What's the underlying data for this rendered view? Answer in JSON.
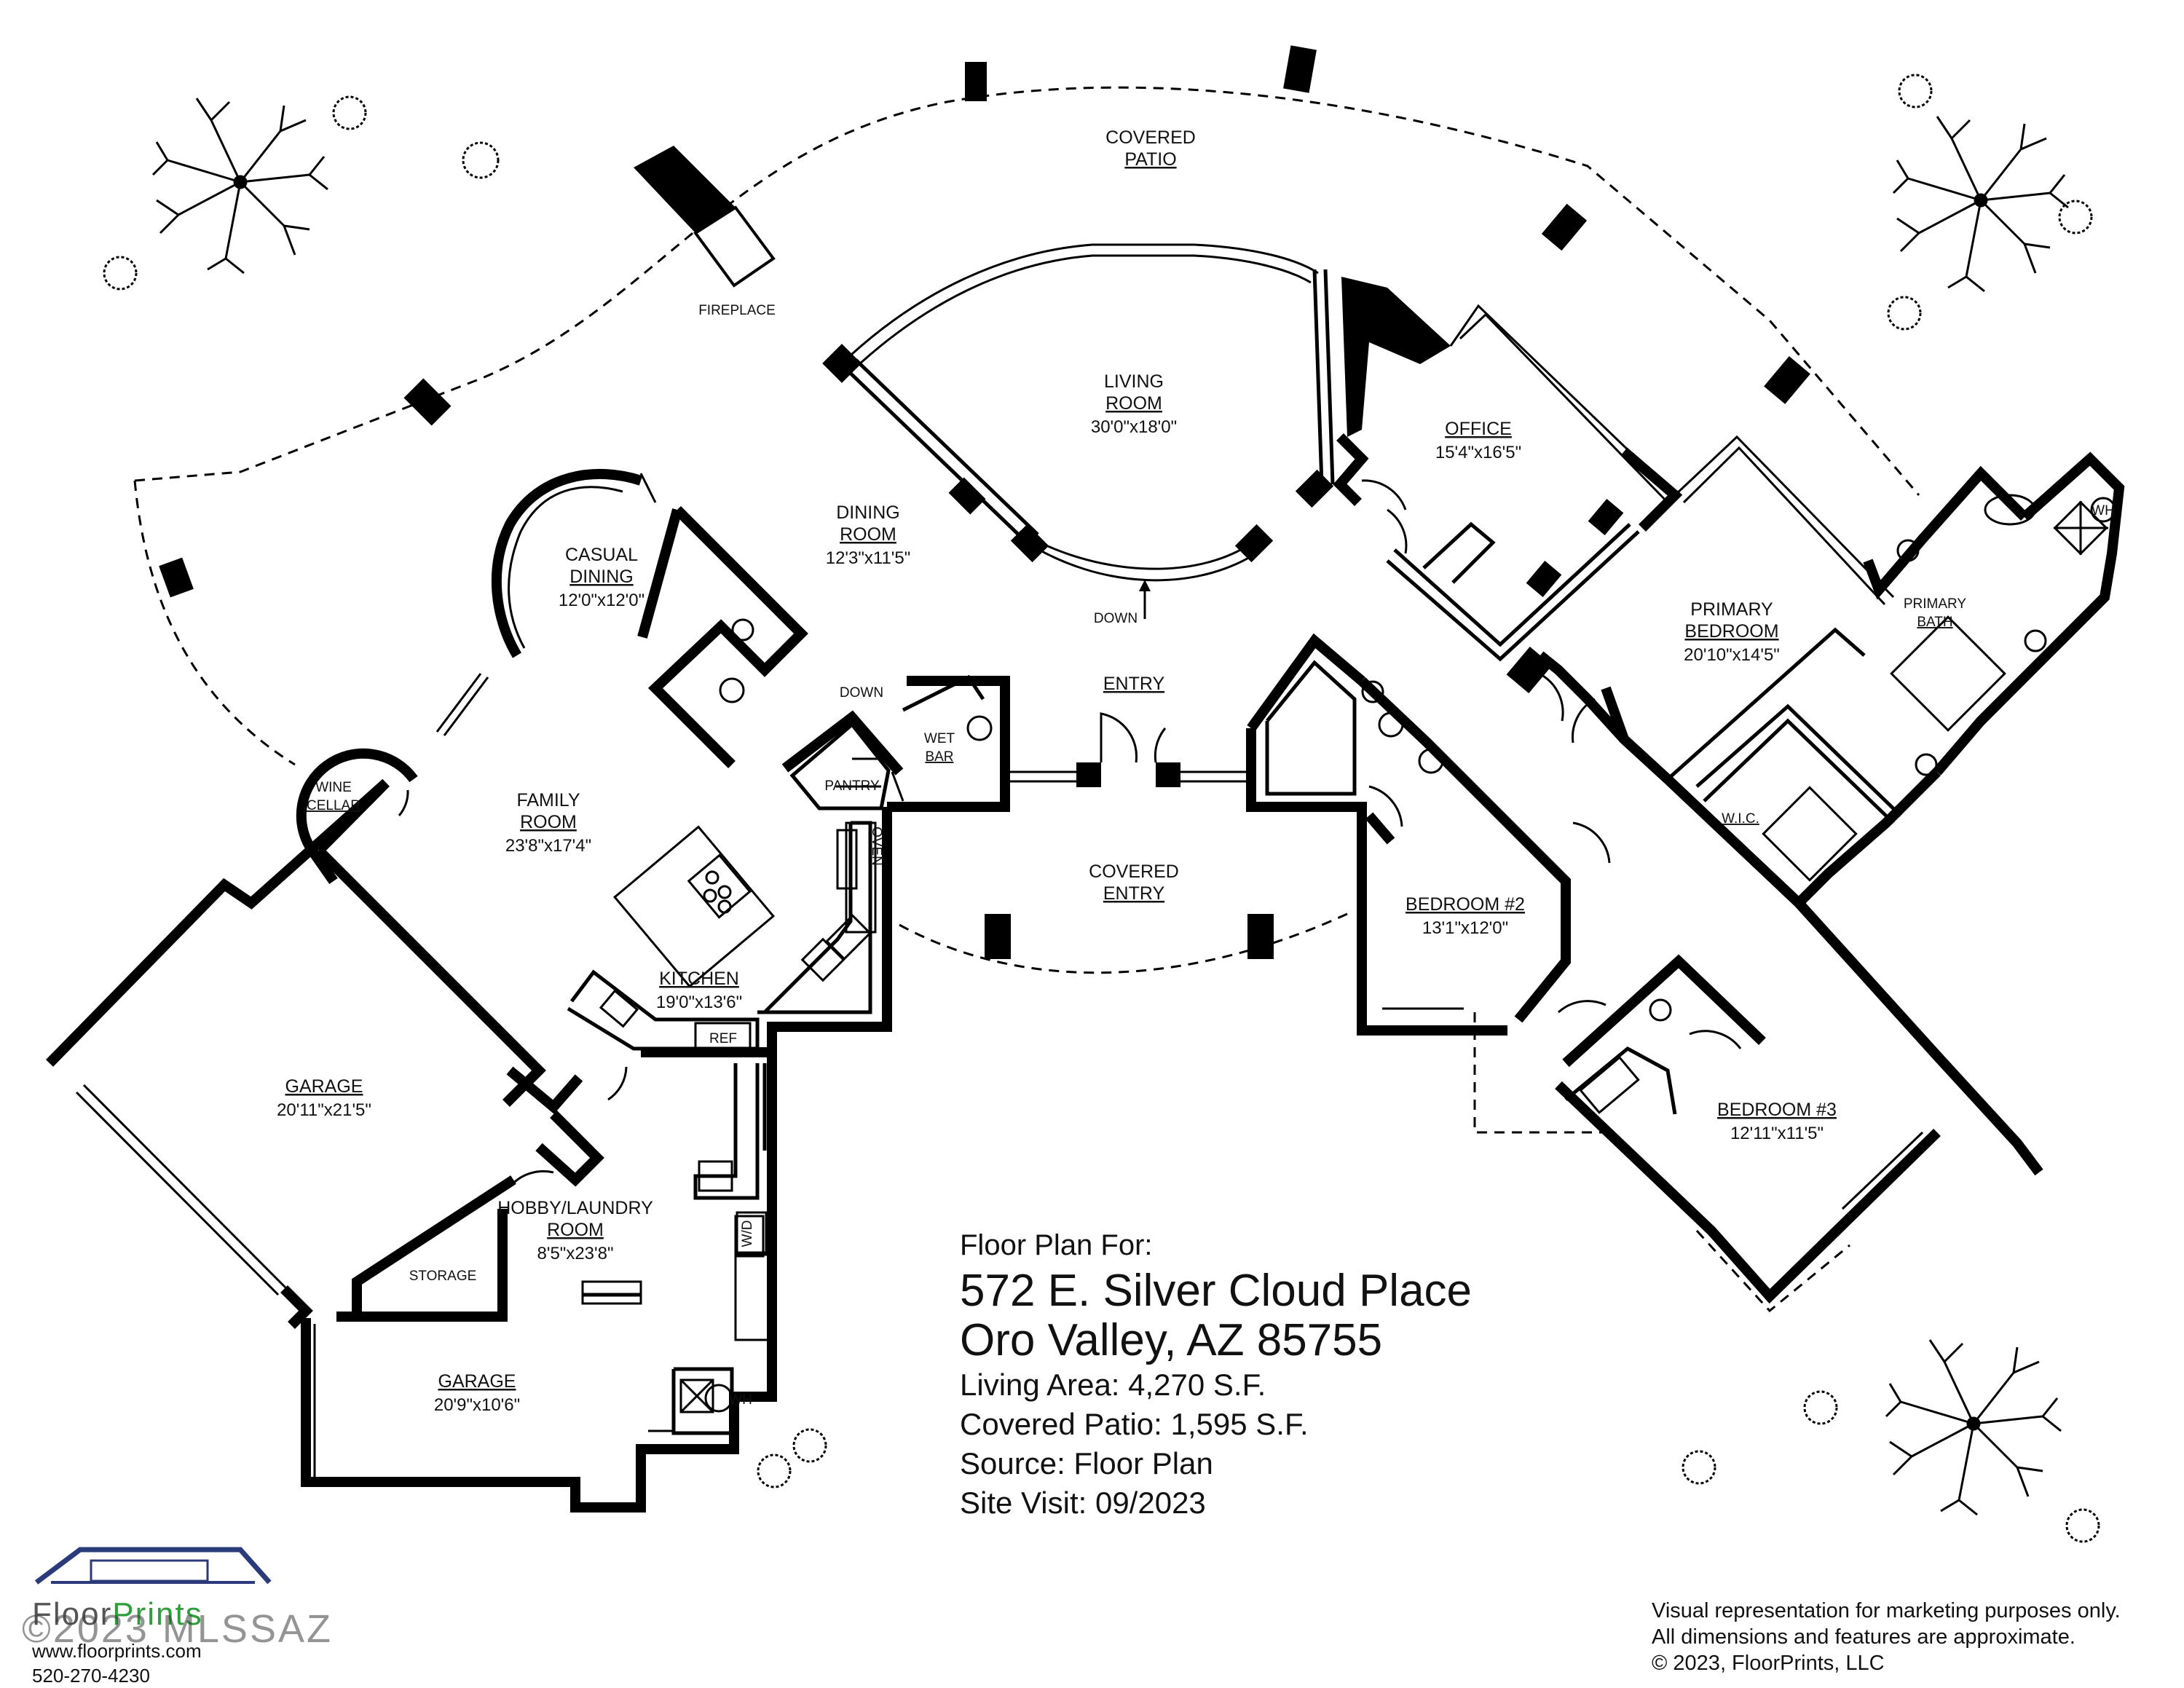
{
  "rooms": {
    "covered_patio": {
      "name1": "COVERED",
      "name2": "PATIO"
    },
    "fireplace": "FIREPLACE",
    "living_room": {
      "name1": "LIVING",
      "name2": "ROOM",
      "dim": "30'0\"x18'0\""
    },
    "office": {
      "name": "OFFICE",
      "dim": "15'4\"x16'5\""
    },
    "dining_room": {
      "name1": "DINING",
      "name2": "ROOM",
      "dim": "12'3\"x11'5\""
    },
    "casual_dining": {
      "name1": "CASUAL",
      "name2": "DINING",
      "dim": "12'0\"x12'0\""
    },
    "primary_bedroom": {
      "name1": "PRIMARY",
      "name2": "BEDROOM",
      "dim": "20'10\"x14'5\""
    },
    "primary_bath": {
      "name1": "PRIMARY",
      "name2": "BATH"
    },
    "wh_bath": "WH",
    "down_living": "DOWN",
    "entry": "ENTRY",
    "down_wetbar": "DOWN",
    "wet_bar": {
      "name1": "WET",
      "name2": "BAR"
    },
    "pantry": "PANTRY",
    "wine_cellar": {
      "name1": "WINE",
      "name2": "CELLAR"
    },
    "family_room": {
      "name1": "FAMILY",
      "name2": "ROOM",
      "dim": "23'8\"x17'4\""
    },
    "oven": "OVEN",
    "covered_entry": {
      "name1": "COVERED",
      "name2": "ENTRY"
    },
    "bedroom2": {
      "name": "BEDROOM #2",
      "dim": "13'1\"x12'0\""
    },
    "wic": "W.I.C.",
    "kitchen": {
      "name": "KITCHEN",
      "dim": "19'0\"x13'6\""
    },
    "ref": "REF",
    "garage1": {
      "name": "GARAGE",
      "dim": "20'11\"x21'5\""
    },
    "bedroom3": {
      "name": "BEDROOM #3",
      "dim": "12'11\"x11'5\""
    },
    "hobby": {
      "name": "HOBBY/LAUNDRY",
      "name2": "ROOM",
      "dim": "8'5\"x23'8\""
    },
    "wd": "W/D",
    "storage": "STORAGE",
    "garage2": {
      "name": "GARAGE",
      "dim": "20'9\"x10'6\""
    },
    "wh_laundry": "WH"
  },
  "info": {
    "heading": "Floor Plan For:",
    "address1": "572 E. Silver Cloud Place",
    "address2": "Oro Valley, AZ  85755",
    "living_area": "Living Area:  4,270 S.F.",
    "covered_patio": "Covered Patio:  1,595 S.F.",
    "source": "Source:  Floor Plan",
    "site_visit": "Site Visit:  09/2023"
  },
  "disclaimer": {
    "line1": "Visual representation for marketing purposes only.",
    "line2": "All dimensions and features are approximate.",
    "line3": "© 2023, FloorPrints, LLC"
  },
  "logo": {
    "name_a": "Floor",
    "name_b": "Prints",
    "watermark": "©2023 MLSSAZ",
    "url": "www.floorprints.com",
    "phone": "520-270-4230"
  }
}
